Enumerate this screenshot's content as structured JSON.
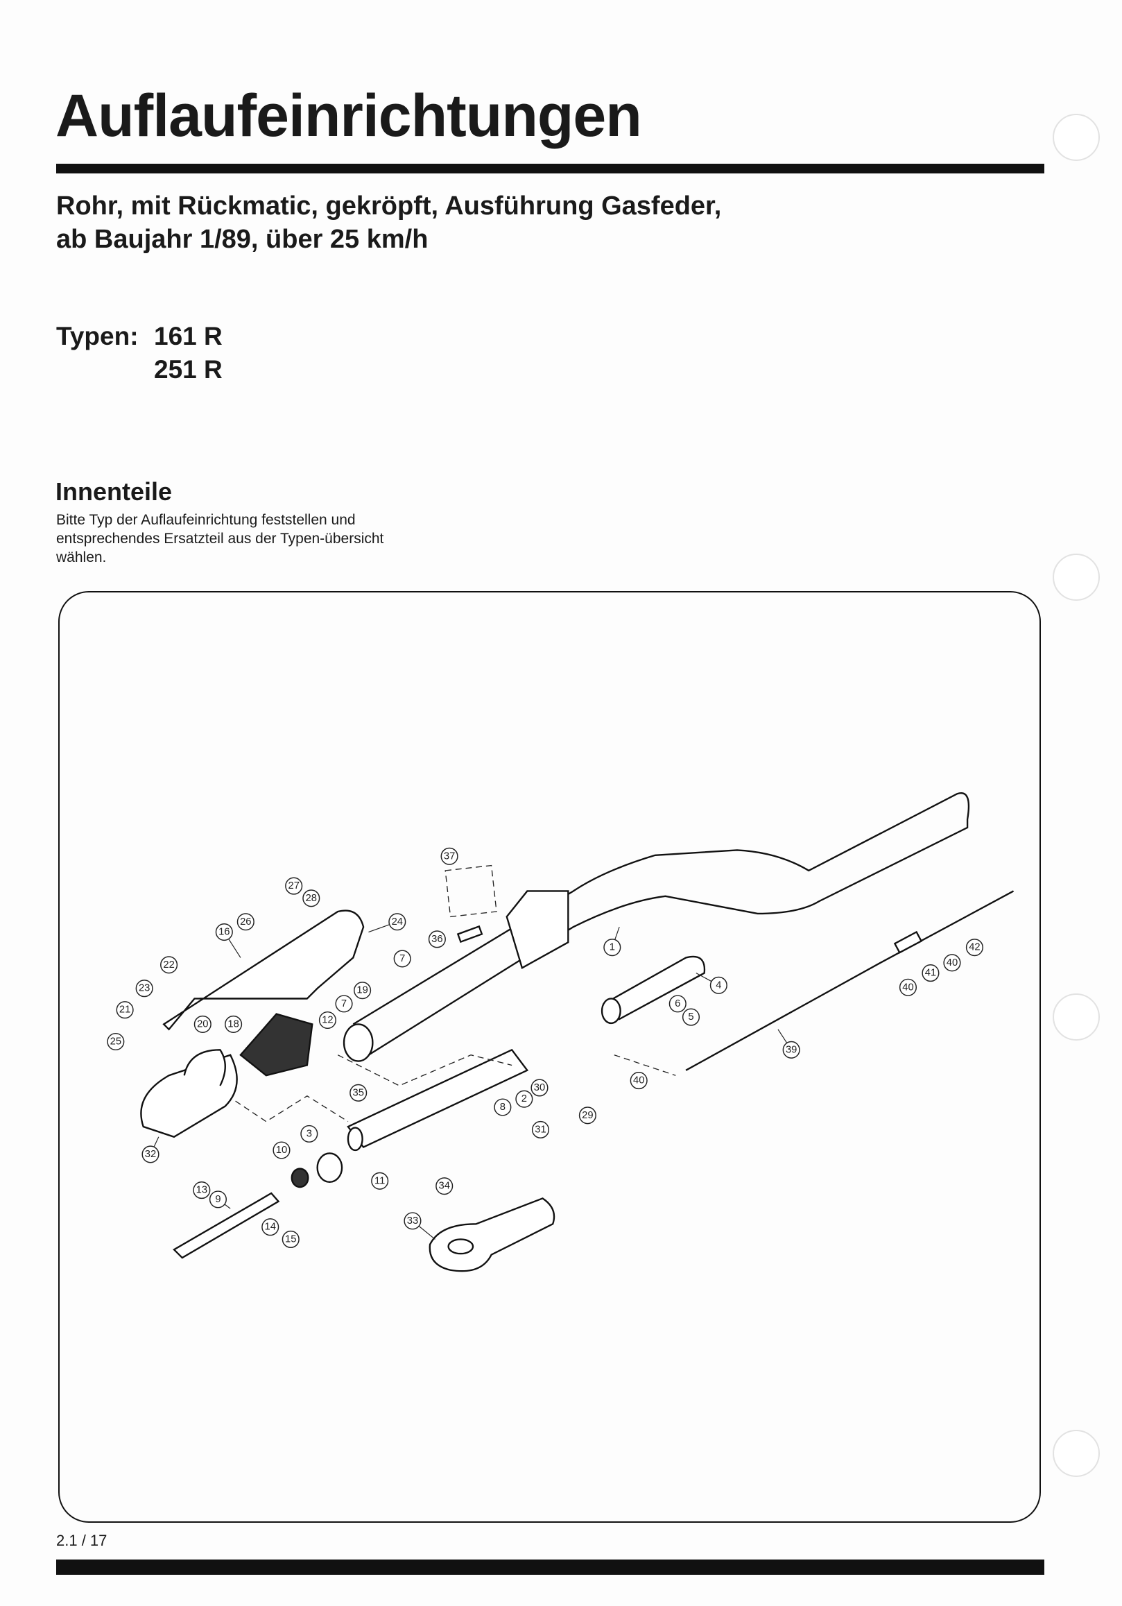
{
  "header": {
    "title": "Auflaufeinrichtungen",
    "subtitle_line1": "Rohr, mit Rückmatic, gekröpft, Ausführung Gasfeder,",
    "subtitle_line2": "ab Baujahr 1/89, über 25 km/h"
  },
  "types": {
    "label": "Typen:",
    "items": [
      "161 R",
      "251 R"
    ]
  },
  "section": {
    "heading": "Innenteile",
    "instructions": "Bitte Typ der Auflaufeinrichtung feststellen und entsprechendes Ersatzteil aus der Typen-übersicht wählen."
  },
  "diagram": {
    "callouts": [
      "37",
      "27",
      "28",
      "26",
      "16",
      "24",
      "22",
      "23",
      "21",
      "25",
      "20",
      "18",
      "19",
      "12",
      "7",
      "7",
      "36",
      "1",
      "4",
      "6",
      "5",
      "40",
      "41",
      "40",
      "42",
      "39",
      "40",
      "30",
      "2",
      "8",
      "29",
      "31",
      "35",
      "3",
      "10",
      "11",
      "34",
      "32",
      "13",
      "9",
      "14",
      "15",
      "33"
    ]
  },
  "footer": {
    "page_number": "2.1 / 17"
  }
}
